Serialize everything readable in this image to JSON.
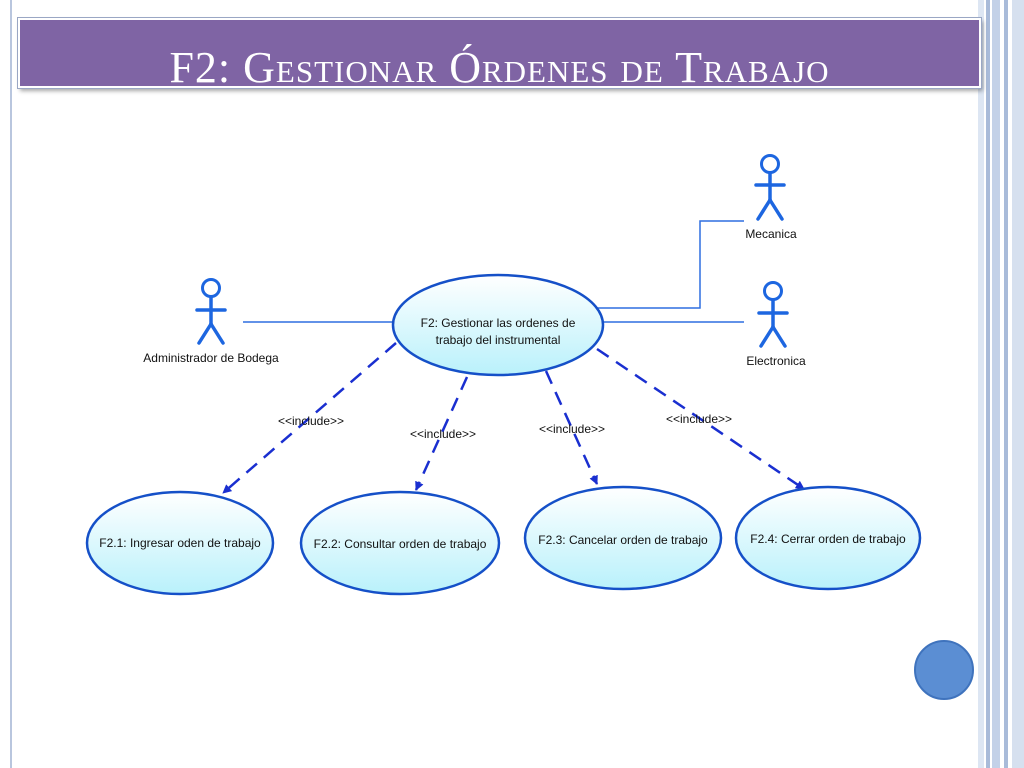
{
  "slide": {
    "title": "F2: Gestionar Órdenes de Trabajo"
  },
  "colors": {
    "title_bar": "#7f64a4",
    "actor": "#1d66e0",
    "association": "#2f6fe0",
    "include_line": "#1a2fd0",
    "usecase_fill": "#c8f6fd",
    "usecase_stroke": "#1550c8",
    "decor_circle": "#5b8ed3"
  },
  "diagram": {
    "actors": [
      {
        "id": "mecanica",
        "label": "Mecanica"
      },
      {
        "id": "electronica",
        "label": "Electronica"
      },
      {
        "id": "administrador",
        "label": "Administrador de Bodega"
      }
    ],
    "main_use_case": {
      "line1": "F2: Gestionar las ordenes de",
      "line2": "trabajo del instrumental"
    },
    "sub_use_cases": [
      {
        "id": "f21",
        "label": "F2.1: Ingresar oden de trabajo"
      },
      {
        "id": "f22",
        "label": "F2.2: Consultar orden de trabajo"
      },
      {
        "id": "f23",
        "label": "F2.3: Cancelar orden de trabajo"
      },
      {
        "id": "f24",
        "label": "F2.4: Cerrar orden de trabajo"
      }
    ],
    "include_labels": [
      "<<include>>",
      "<<include>>",
      "<<include>>",
      "<<include>>"
    ]
  }
}
